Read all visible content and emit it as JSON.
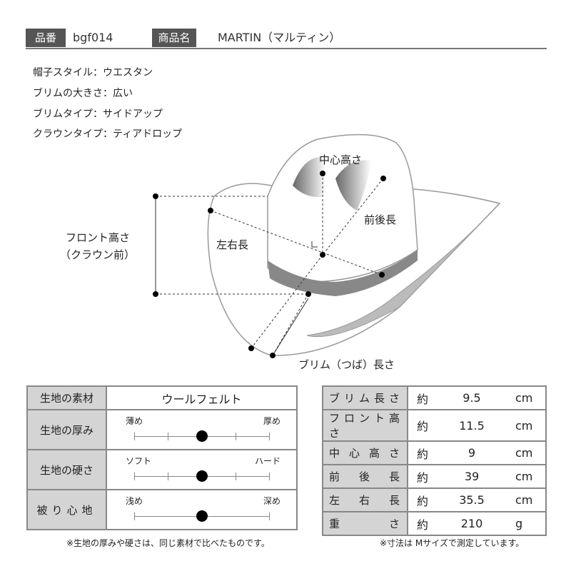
{
  "header": {
    "code_label": "品番",
    "code": "bgf014",
    "name_label": "商品名",
    "name": "MARTIN（マルティン）"
  },
  "attributes": [
    "帽子スタイル：ウエスタン",
    "ブリムの大きさ：広い",
    "ブリムタイプ：サイドアップ",
    "クラウンタイプ：ティアドロップ"
  ],
  "diagram": {
    "center_height": "中心高さ",
    "front_back": "前後長",
    "left_right": "左右長",
    "front_height_1": "フロント高さ",
    "front_height_2": "（クラウン前）",
    "brim_length": "ブリム（つば）長さ"
  },
  "fabric": {
    "material_label": "生地の素材",
    "material": "ウールフェルト",
    "scales": [
      {
        "label": "生地の厚み",
        "left": "薄め",
        "right": "厚め",
        "ticks": 5,
        "value": 0.5
      },
      {
        "label": "生地の硬さ",
        "left": "ソフト",
        "right": "ハード",
        "ticks": 5,
        "value": 0.5
      },
      {
        "label": "被り心地",
        "left": "浅め",
        "right": "深め",
        "ticks": 2,
        "value": 0.5
      }
    ],
    "note": "※生地の厚みや硬さは、同じ素材で比べたものです。"
  },
  "sizes": {
    "rows": [
      {
        "label": "ブリム長さ",
        "prefix": "約",
        "value": "9.5",
        "unit": "cm"
      },
      {
        "label": "フロント高さ",
        "prefix": "約",
        "value": "11.5",
        "unit": "cm"
      },
      {
        "label": "中心高さ",
        "prefix": "約",
        "value": "9",
        "unit": "cm"
      },
      {
        "label": "前後長",
        "prefix": "約",
        "value": "39",
        "unit": "cm"
      },
      {
        "label": "左右長",
        "prefix": "約",
        "value": "35.5",
        "unit": "cm"
      },
      {
        "label": "重さ",
        "prefix": "約",
        "value": "210",
        "unit": "g"
      }
    ],
    "note": "※寸法は Mサイズで測定しています。"
  }
}
